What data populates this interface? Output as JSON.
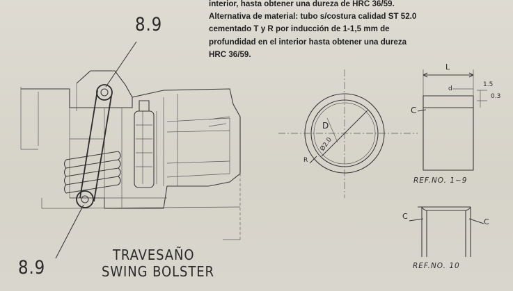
{
  "spec_text": {
    "line1": "interior, hasta obtener una dureza de HRC 36/59.",
    "line2": "Alternativa de material: tubo s/costura calidad ST 52.0",
    "line3": "cementado T y R por inducción de 1-1,5 mm de",
    "line4": "profundidad en el interior hasta obtener una dureza",
    "line5": "HRC 36/59."
  },
  "labels": {
    "callout_top": "8.9",
    "callout_bottom": "8.9",
    "title_es": "TRAVESAÑO",
    "title_en": "SWING BOLSTER",
    "ref_1_9": "REF.NO. 1~9",
    "ref_10": "REF.NO. 10",
    "dim_L": "L",
    "dim_D": "D",
    "dim_d": "d",
    "dim_15": "1.5",
    "dim_chamfer_1": "C",
    "dim_chamfer_2": "C",
    "dim_chamfer_3": "C",
    "dim_R": "R",
    "dim_dia": "Ø2.0",
    "dim_03": "0.3"
  }
}
